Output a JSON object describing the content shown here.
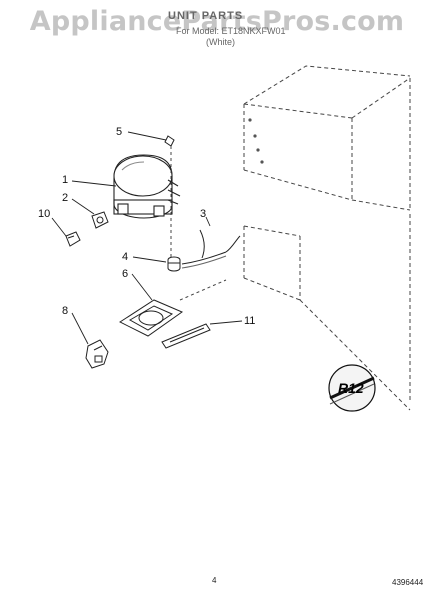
{
  "watermark": "AppliancePartsPros.com",
  "header": {
    "title": "UNIT PARTS",
    "subtitle": "For Model: ET18NKXFW01",
    "note": "(White)"
  },
  "callouts": [
    "1",
    "2",
    "3",
    "4",
    "5",
    "6",
    "8",
    "10",
    "11"
  ],
  "refrigerant_label": "R12",
  "footer": {
    "page_number": "4",
    "document_number": "4396444"
  },
  "colors": {
    "line": "#333333",
    "watermark": "#999999"
  }
}
